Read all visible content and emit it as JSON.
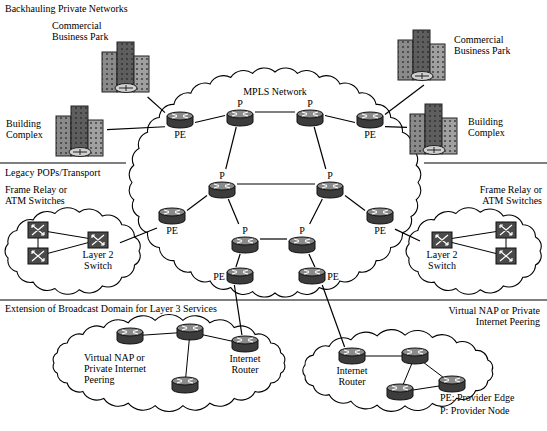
{
  "diagram": {
    "nodes": [
      {
        "text": [
          "Commercial Business Park"
        ]
      },
      {
        "text": [
          "Commercial Business Park"
        ]
      },
      {
        "text": [
          "MPLS Network"
        ]
      },
      {
        "text": [
          "Building Complex"
        ]
      },
      {
        "text": [
          "PE"
        ],
        "in": 2
      },
      {
        "text": [
          "P"
        ],
        "in": 2
      },
      {
        "text": [
          "P"
        ],
        "in": 2
      },
      {
        "text": [
          "PE"
        ],
        "in": 2
      },
      {
        "text": [
          "Building Complex"
        ]
      },
      {
        "text": [
          "Frame Relay or ATM Switches"
        ]
      },
      {
        "text": [
          "Layer 2 Switch"
        ],
        "in": 9
      },
      {
        "text": [
          "PE"
        ],
        "in": 2
      },
      {
        "text": [
          "P"
        ],
        "in": 2
      },
      {
        "text": [
          "P"
        ],
        "in": 2
      },
      {
        "text": [
          "P"
        ],
        "in": 2
      },
      {
        "text": [
          "P"
        ],
        "in": 2
      },
      {
        "text": [
          "PE"
        ],
        "in": 2
      },
      {
        "text": [
          "Frame Relay or ATM Switches"
        ]
      },
      {
        "text": [
          "Layer 2 Switch"
        ],
        "in": 17
      },
      {
        "text": [
          "PE"
        ],
        "in": 2
      },
      {
        "text": [
          "PE"
        ],
        "in": 2
      },
      {
        "text": [
          "Virtual NAP or Private Internet Peering"
        ]
      },
      {
        "text": [
          "Internet Router"
        ],
        "in": 21
      },
      {
        "text": [
          "Virtual NAP or Private Internet Peering"
        ]
      },
      {
        "text": [
          "Internet Router"
        ],
        "in": 23
      }
    ],
    "edges": [
      {
        "from": 0,
        "to": 4,
        "arrow": "none"
      },
      {
        "from": 3,
        "to": 4,
        "arrow": "none"
      },
      {
        "from": 4,
        "to": 5,
        "arrow": "none"
      },
      {
        "from": 5,
        "to": 6,
        "arrow": "none"
      },
      {
        "from": 6,
        "to": 7,
        "arrow": "none"
      },
      {
        "from": 7,
        "to": 1,
        "arrow": "none"
      },
      {
        "from": 7,
        "to": 8,
        "arrow": "none"
      },
      {
        "from": 5,
        "to": 12,
        "arrow": "none"
      },
      {
        "from": 6,
        "to": 13,
        "arrow": "none"
      },
      {
        "from": 11,
        "to": 10,
        "arrow": "none"
      },
      {
        "from": 11,
        "to": 12,
        "arrow": "none"
      },
      {
        "from": 12,
        "to": 13,
        "arrow": "none"
      },
      {
        "from": 12,
        "to": 14,
        "arrow": "none"
      },
      {
        "from": 13,
        "to": 15,
        "arrow": "none"
      },
      {
        "from": 14,
        "to": 15,
        "arrow": "none"
      },
      {
        "from": 13,
        "to": 16,
        "arrow": "none"
      },
      {
        "from": 16,
        "to": 18,
        "arrow": "none"
      },
      {
        "from": 14,
        "to": 19,
        "arrow": "none"
      },
      {
        "from": 15,
        "to": 20,
        "arrow": "none"
      },
      {
        "from": 19,
        "to": 22,
        "arrow": "none"
      },
      {
        "from": 20,
        "to": 24,
        "arrow": "none"
      }
    ],
    "labels": [
      "Backhauling Private Networks",
      "Legacy POPs/Transport",
      "Extension of Broadcast Domain for Layer 3 Services"
    ],
    "legend": [
      {
        "text": "PE: Provider Edge"
      },
      {
        "text": "P: Provider Node"
      }
    ]
  }
}
